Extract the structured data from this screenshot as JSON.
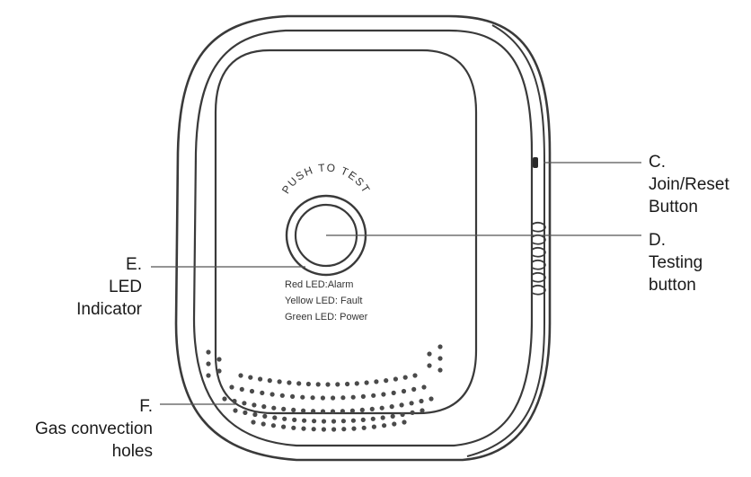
{
  "device": {
    "push_to_test": "PUSH TO TEST",
    "led_legend": [
      "Red LED:Alarm",
      "Yellow LED: Fault",
      "Green LED: Power"
    ]
  },
  "callouts": {
    "c": {
      "letter": "C.",
      "lines": [
        "Join/Reset",
        "Button"
      ]
    },
    "d": {
      "letter": "D.",
      "lines": [
        "Testing",
        "button"
      ]
    },
    "e": {
      "letter": "E.",
      "lines": [
        "LED",
        "Indicator"
      ]
    },
    "f": {
      "letter": "F.",
      "lines": [
        "Gas convection",
        "holes"
      ]
    }
  },
  "colors": {
    "outline": "#3a3a3a",
    "leader_line": "#555555",
    "hole": "#4a4a4a",
    "text": "#1a1a1a"
  }
}
